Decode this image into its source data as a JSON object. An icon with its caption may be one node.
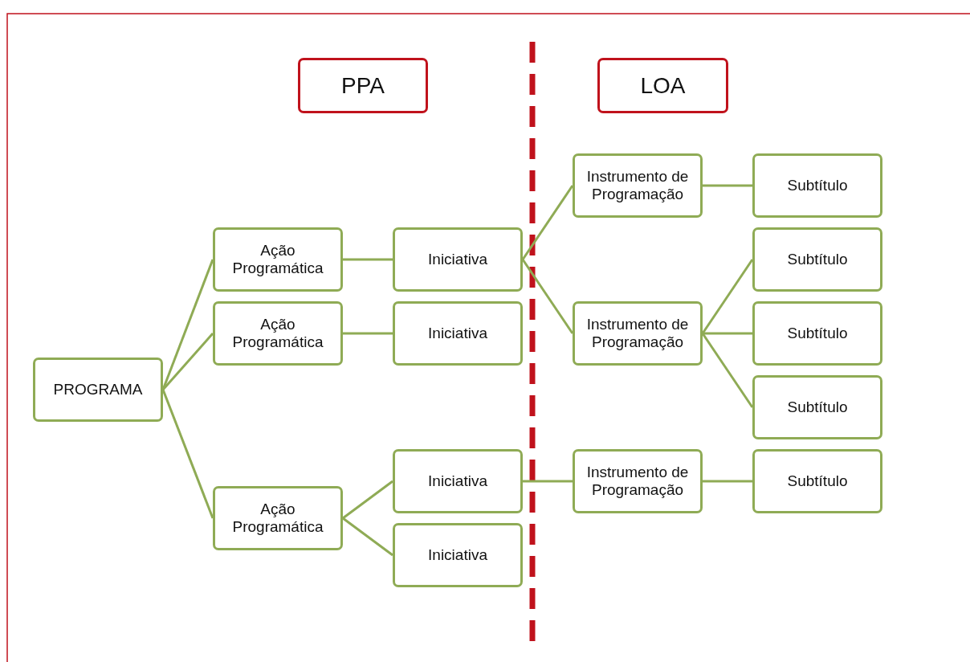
{
  "diagram": {
    "nodes": [
      {
        "text": [
          "PPA"
        ]
      },
      {
        "text": [
          "LOA"
        ]
      },
      {
        "text": [
          "PROGRAMA"
        ]
      },
      {
        "text": [
          "Ação Programática"
        ]
      },
      {
        "text": [
          "Ação Programática"
        ]
      },
      {
        "text": [
          "Ação Programática"
        ]
      },
      {
        "text": [
          "Iniciativa"
        ]
      },
      {
        "text": [
          "Iniciativa"
        ]
      },
      {
        "text": [
          "Iniciativa"
        ]
      },
      {
        "text": [
          "Iniciativa"
        ]
      },
      {
        "text": [
          "Instrumento de Programação"
        ]
      },
      {
        "text": [
          "Instrumento de Programação"
        ]
      },
      {
        "text": [
          "Instrumento de Programação"
        ]
      },
      {
        "text": [
          "Subtítulo"
        ]
      },
      {
        "text": [
          "Subtítulo"
        ]
      },
      {
        "text": [
          "Subtítulo"
        ]
      },
      {
        "text": [
          "Subtítulo"
        ]
      },
      {
        "text": [
          "Subtítulo"
        ]
      }
    ],
    "edges": [
      {
        "from": 2,
        "to": 3,
        "arrow": "none"
      },
      {
        "from": 2,
        "to": 4,
        "arrow": "none"
      },
      {
        "from": 2,
        "to": 5,
        "arrow": "none"
      },
      {
        "from": 3,
        "to": 6,
        "arrow": "none"
      },
      {
        "from": 4,
        "to": 7,
        "arrow": "none"
      },
      {
        "from": 5,
        "to": 8,
        "arrow": "none"
      },
      {
        "from": 5,
        "to": 9,
        "arrow": "none"
      },
      {
        "from": 6,
        "to": 10,
        "arrow": "none"
      },
      {
        "from": 6,
        "to": 11,
        "arrow": "none"
      },
      {
        "from": 8,
        "to": 12,
        "arrow": "none"
      },
      {
        "from": 10,
        "to": 13,
        "arrow": "none"
      },
      {
        "from": 11,
        "to": 14,
        "arrow": "none"
      },
      {
        "from": 11,
        "to": 15,
        "arrow": "none"
      },
      {
        "from": 11,
        "to": 16,
        "arrow": "none"
      },
      {
        "from": 12,
        "to": 17,
        "arrow": "none"
      }
    ]
  }
}
